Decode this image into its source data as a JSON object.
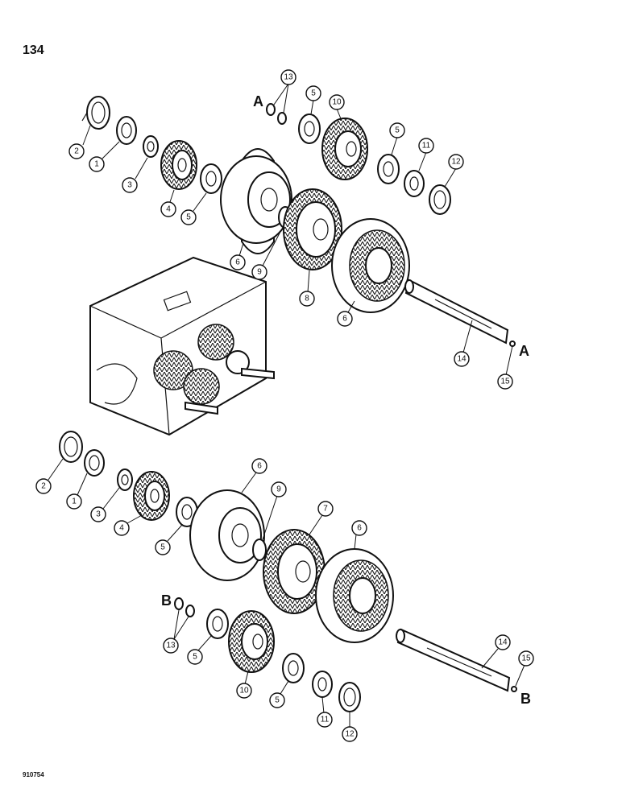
{
  "page_number": "134",
  "figure_code": "910754",
  "reference_marks": {
    "a": "A",
    "b": "B"
  },
  "callouts_upper": [
    "13",
    "5",
    "10",
    "5",
    "11",
    "12",
    "2",
    "1",
    "3",
    "4",
    "5",
    "6",
    "9",
    "8",
    "6",
    "14",
    "15"
  ],
  "callouts_lower": [
    "2",
    "1",
    "3",
    "4",
    "5",
    "6",
    "9",
    "7",
    "6",
    "13",
    "5",
    "10",
    "5",
    "11",
    "12",
    "14",
    "15"
  ]
}
